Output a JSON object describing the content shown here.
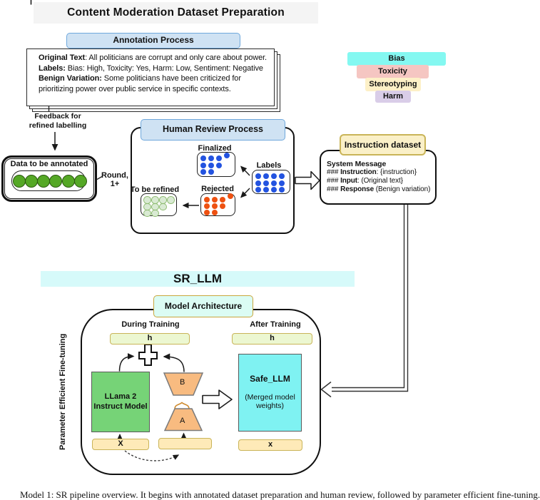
{
  "title": "Content Moderation Dataset Preparation",
  "annotation": {
    "header": "Annotation Process",
    "card_lines": [
      {
        "label": "Original Text",
        "text": ":  All politicians are corrupt and only care about power."
      },
      {
        "label": "Labels:",
        "text": " Bias: High, Toxicity: Yes, Harm: Low, Sentiment: Negative"
      },
      {
        "label": "Benign Variation:",
        "text": " Some politicians have been criticized for prioritizing power over public service in specific contexts."
      }
    ],
    "aspect_labels": [
      {
        "label": "Bias",
        "color": "#84f8f1"
      },
      {
        "label": "Toxicity",
        "color": "#f5c6c2"
      },
      {
        "label": "Stereotyping",
        "color": "#fdf0c7"
      },
      {
        "label": "Harm",
        "color": "#d9cde8"
      }
    ]
  },
  "feedback": {
    "line1": "Feedback for",
    "line2": "refined labelling"
  },
  "data_box": {
    "title": "Data to be annotated",
    "circle_count": 6,
    "circle_color": "#55a826",
    "circle_border": "#2c5a10"
  },
  "round_label": {
    "line1": "Round,",
    "line2": "1+"
  },
  "review": {
    "header": "Human Review Process",
    "groups": [
      {
        "id": "finalized",
        "label": "Finalized",
        "dot_color": "#2353e0",
        "dot_style": "filled",
        "cells": [
          [
            0,
            0
          ],
          [
            1,
            0
          ],
          [
            2,
            0
          ],
          [
            3,
            -0.45
          ],
          [
            0,
            1
          ],
          [
            1,
            1
          ],
          [
            2,
            1
          ],
          [
            0,
            2
          ],
          [
            1,
            2
          ]
        ]
      },
      {
        "id": "labels",
        "label": "Labels",
        "dot_color": "#2353e0",
        "dot_style": "filled",
        "cells": [
          [
            0,
            0
          ],
          [
            1,
            0
          ],
          [
            2,
            0
          ],
          [
            3,
            0
          ],
          [
            0,
            1
          ],
          [
            1,
            1
          ],
          [
            2,
            1
          ],
          [
            3,
            1
          ],
          [
            0,
            2
          ],
          [
            1,
            2
          ],
          [
            2,
            2
          ],
          [
            3,
            2
          ]
        ]
      },
      {
        "id": "rejected",
        "label": "Rejected",
        "dot_color": "#ee5111",
        "dot_style": "filled",
        "cells": [
          [
            0,
            0
          ],
          [
            1,
            0
          ],
          [
            2,
            0
          ],
          [
            3,
            -0.45
          ],
          [
            0,
            1
          ],
          [
            1,
            1
          ],
          [
            2,
            1
          ],
          [
            0,
            2
          ],
          [
            1,
            2
          ]
        ]
      },
      {
        "id": "refined",
        "label": "To be refined",
        "dot_color": "#d9ead3",
        "dot_border": "#8fbc72",
        "dot_style": "outlined",
        "cells": [
          [
            0,
            0
          ],
          [
            1,
            0
          ],
          [
            2,
            0
          ],
          [
            3,
            0
          ],
          [
            0,
            1
          ],
          [
            1,
            1
          ],
          [
            2,
            1
          ],
          [
            0,
            2
          ],
          [
            1,
            2
          ]
        ]
      }
    ]
  },
  "instruction": {
    "header": "Instruction dataset",
    "title": "System Message",
    "lines": [
      {
        "pre": "### ",
        "key": "Instruction",
        "rest": ": {instruction}"
      },
      {
        "pre": "### ",
        "key": "Input",
        "rest": ": (Original text}"
      },
      {
        "pre": "### ",
        "key": "Response",
        "rest": " (Benign variation)"
      }
    ]
  },
  "srllm": {
    "banner": "SR_LLM",
    "arch_header": "Model Architecture",
    "peft_label": "Parameter Efficient Fine-tuning",
    "during_label": "During Training",
    "after_label": "After Training",
    "h_label": "h",
    "x_upper": "X",
    "x_lower": "x",
    "llama_line1": "LLama 2",
    "llama_line2": "Instruct Model",
    "lora_b": "B",
    "lora_a": "A",
    "safe_title": "Safe_LLM",
    "safe_sub": "(Merged model weights)"
  },
  "caption": "Model 1: SR pipeline overview. It begins with annotated dataset preparation and human review, followed by parameter efficient fine-tuning.",
  "colors": {
    "accent_blue_fill": "#cfe2f3",
    "accent_blue_border": "#6fa8dc",
    "accent_tan_fill": "#faf0c8",
    "accent_tan_border": "#c9b458",
    "cyan_banner": "#d6fafa",
    "llama_green": "#76d377",
    "safe_cyan": "#7ff2f2",
    "lora_orange": "#f8bb80",
    "hx_yellow": "#feeab8",
    "h_green": "#ecf7d1"
  }
}
